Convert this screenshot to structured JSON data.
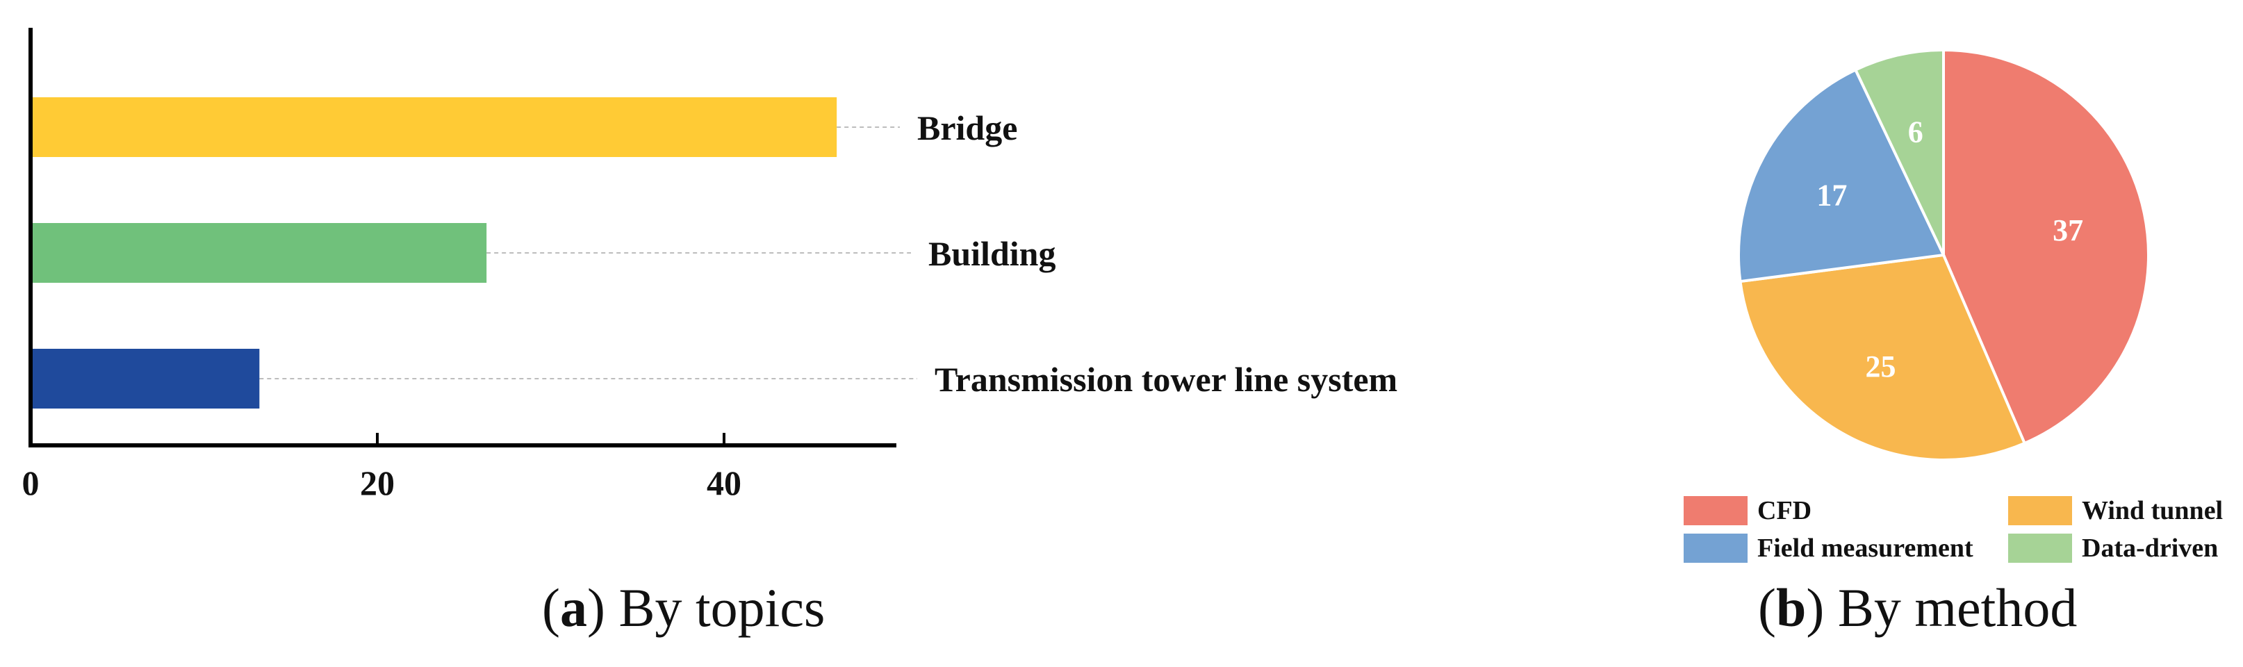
{
  "chart_data": [
    {
      "type": "bar",
      "orientation": "horizontal",
      "categories": [
        "Bridge",
        "Building",
        "Transmission tower line system"
      ],
      "values": [
        46.5,
        26.3,
        13.2
      ],
      "colors": [
        "#FFCB35",
        "#70C17B",
        "#1F4A9C"
      ],
      "xlim": [
        0,
        50
      ],
      "xticks": [
        "0",
        "20",
        "40"
      ],
      "xtick_values": [
        0,
        20,
        40
      ],
      "grid": false,
      "caption_letter": "a",
      "caption_text": " By topics"
    },
    {
      "type": "pie",
      "labels": [
        "CFD",
        "Wind tunnel",
        "Field measurement",
        "Data-driven"
      ],
      "values": [
        37,
        25,
        17,
        6
      ],
      "value_labels": [
        "37",
        "25",
        "17",
        "6"
      ],
      "colors": [
        "#EF7C6F",
        "#F8B74E",
        "#74A2D3",
        "#A6D396"
      ],
      "legend_placement": "bottom",
      "caption_letter": "b",
      "caption_text": " By method"
    }
  ]
}
